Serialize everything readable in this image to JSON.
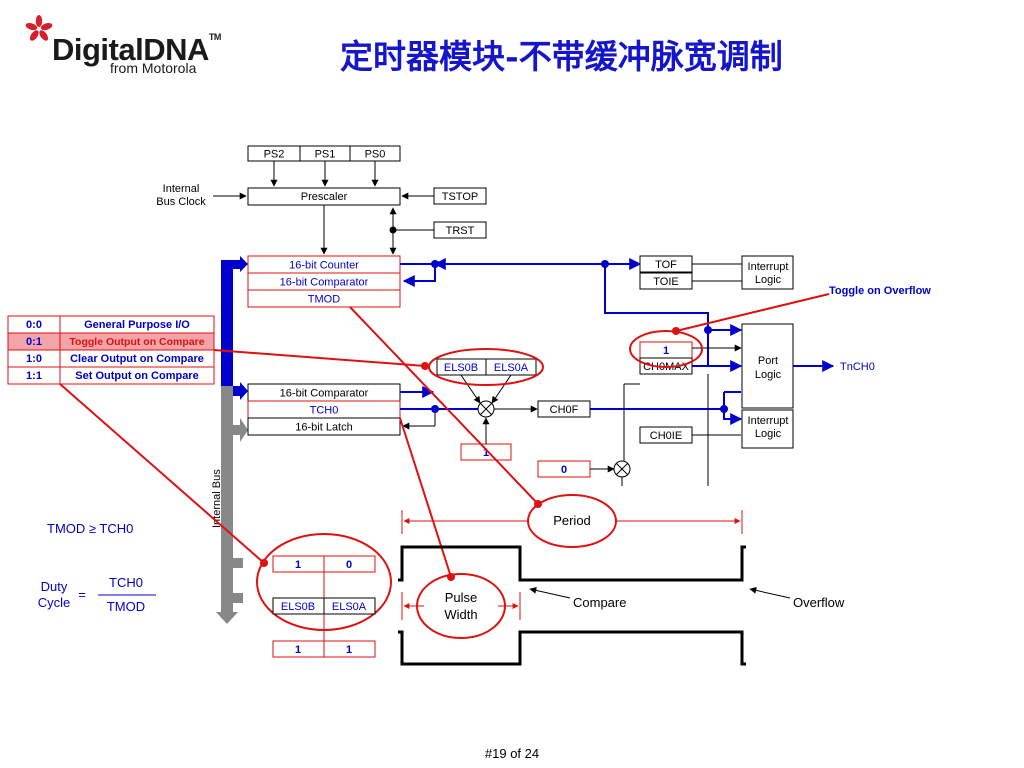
{
  "logo": {
    "brand": "DigitalDNA",
    "brand_tm": "TM",
    "sub": "from Motorola"
  },
  "title": "定时器模块-不带缓冲脉宽调制",
  "diagram": {
    "ps2": "PS2",
    "ps1": "PS1",
    "ps0": "PS0",
    "internal_bus_clock_1": "Internal",
    "internal_bus_clock_2": "Bus Clock",
    "prescaler": "Prescaler",
    "tstop": "TSTOP",
    "trst": "TRST",
    "counter": "16-bit Counter",
    "comparator_top": "16-bit Comparator",
    "tmod": "TMOD",
    "tof": "TOF",
    "toie": "TOIE",
    "interrupt_logic_1": "Interrupt",
    "interrupt_logic_2": "Logic",
    "toggle_on_overflow": "Toggle on Overflow",
    "mode_table": [
      {
        "code": "0:0",
        "label": "General Purpose I/O"
      },
      {
        "code": "0:1",
        "label": "Toggle Output on Compare"
      },
      {
        "code": "1:0",
        "label": "Clear Output on Compare"
      },
      {
        "code": "1:1",
        "label": "Set Output on Compare"
      }
    ],
    "ch0max_value": "1",
    "ch0max": "CH0MAX",
    "port_logic_1": "Port",
    "port_logic_2": "Logic",
    "tnch0": "TnCH0",
    "els0b": "ELS0B",
    "els0a": "ELS0A",
    "comparator_ch": "16-bit Comparator",
    "tch0": "TCH0",
    "latch": "16-bit Latch",
    "ch0f": "CH0F",
    "ch0ie": "CH0IE",
    "small_one": "1",
    "small_zero": "0",
    "internal_bus": "Internal Bus",
    "period": "Period",
    "tmod_ge_tch0": "TMOD ≥ TCH0",
    "duty_1": "Duty",
    "duty_2": "Cycle",
    "equals": "=",
    "frac_num": "TCH0",
    "frac_den": "TMOD",
    "els_values_top": [
      "1",
      "0"
    ],
    "els_labels": [
      "ELS0B",
      "ELS0A"
    ],
    "els_values_bottom": [
      "1",
      "1"
    ],
    "pulse_1": "Pulse",
    "pulse_2": "Width",
    "compare": "Compare",
    "overflow": "Overflow"
  },
  "footer": "#19 of 24",
  "colors": {
    "blue": "#0000cc",
    "red": "#e01010",
    "title": "#1515cc",
    "gray": "#888888"
  }
}
